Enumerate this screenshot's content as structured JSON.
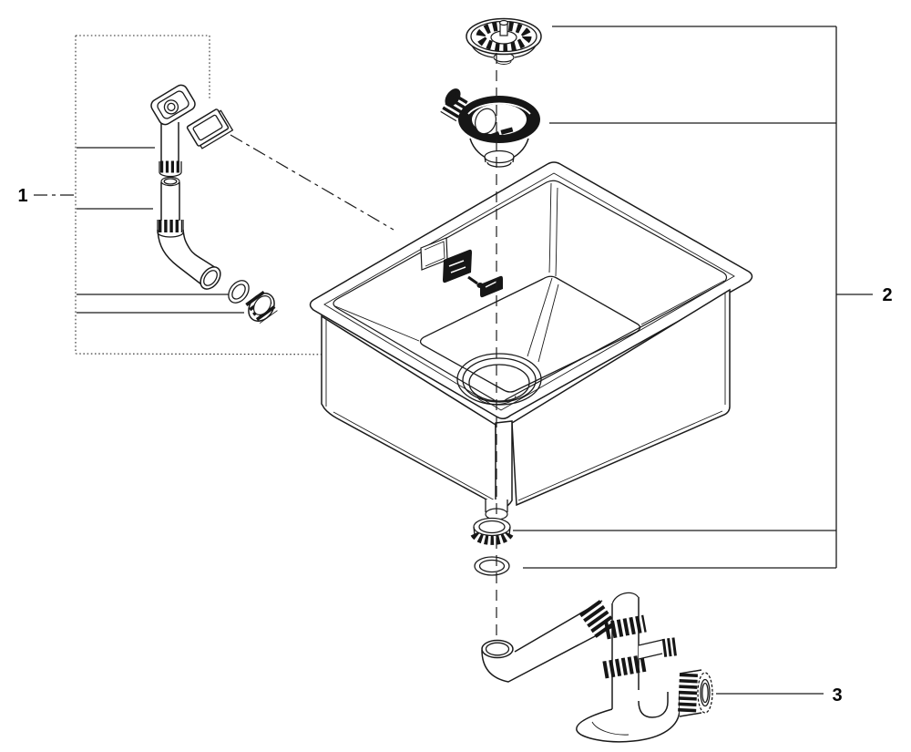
{
  "diagram": {
    "kind": "exploded-parts-diagram",
    "background_color": "#ffffff",
    "line_color": "#1a1a1a",
    "callouts": [
      {
        "label": "1"
      },
      {
        "label": "2"
      },
      {
        "label": "3"
      }
    ]
  }
}
